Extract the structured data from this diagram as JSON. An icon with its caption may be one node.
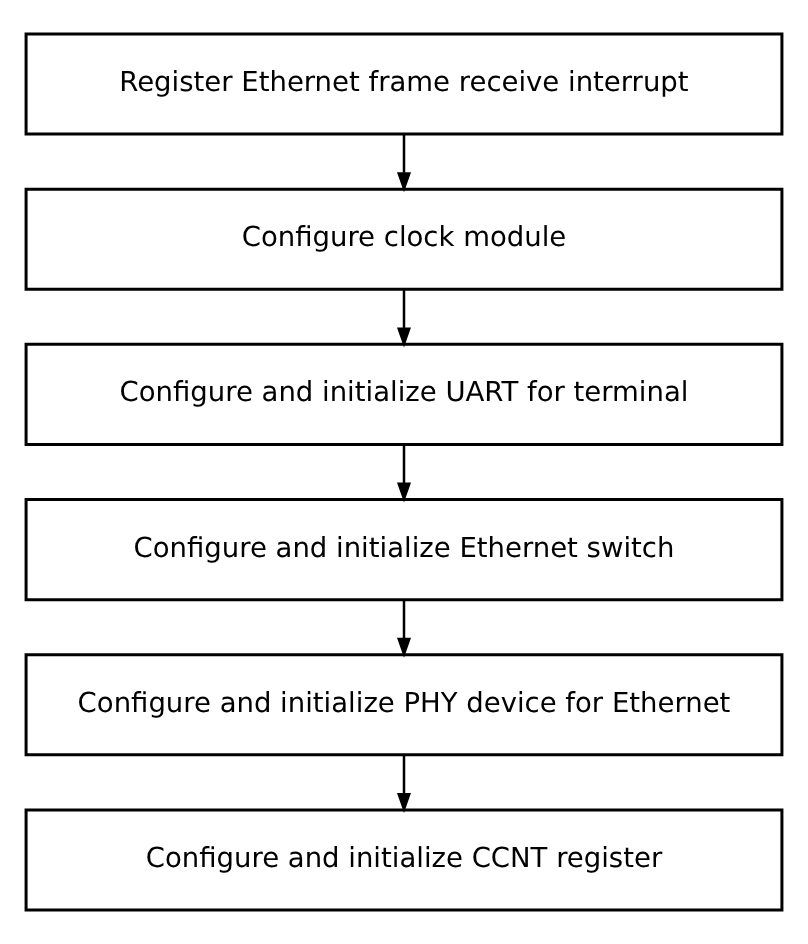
{
  "diagram": {
    "nodes": [
      {
        "text": [
          "Register Ethernet frame receive interrupt"
        ]
      },
      {
        "text": [
          "Configure clock module"
        ]
      },
      {
        "text": [
          "Configure and initialize UART for terminal"
        ]
      },
      {
        "text": [
          "Configure and initialize Ethernet switch"
        ]
      },
      {
        "text": [
          "Configure and initialize PHY device for Ethernet"
        ]
      },
      {
        "text": [
          "Configure and initialize CCNT register"
        ]
      }
    ],
    "edges": [
      {
        "from": 0,
        "to": 1,
        "arrow": "to"
      },
      {
        "from": 1,
        "to": 2,
        "arrow": "to"
      },
      {
        "from": 2,
        "to": 3,
        "arrow": "to"
      },
      {
        "from": 3,
        "to": 4,
        "arrow": "to"
      },
      {
        "from": 4,
        "to": 5,
        "arrow": "to"
      }
    ]
  }
}
